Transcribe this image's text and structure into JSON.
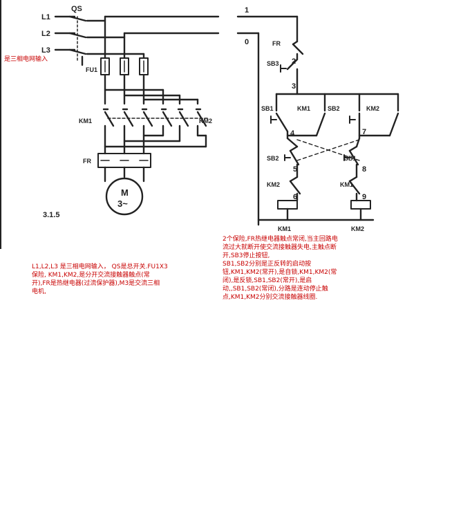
{
  "diagram": {
    "lines": [
      "L1",
      "L2",
      "L3"
    ],
    "main_switch": "QS",
    "fuse_main": "FU1",
    "contactor_1": "KM1",
    "contactor_2": "KM2",
    "thermal_relay": "FR",
    "motor_line1": "M",
    "motor_line2": "3~",
    "figure_number": "3.1.5",
    "control": {
      "wire_1": "1",
      "wire_0": "0",
      "fr_contact": "FR",
      "sb3": "SB3",
      "node_2": "2",
      "node_3": "3",
      "sb1_top": "SB1",
      "km1_top": "KM1",
      "sb2_top": "SB2",
      "km2_top": "KM2",
      "node_4": "4",
      "node_7": "7",
      "sb2_mid": "SB2",
      "sb1_mid": "SB1",
      "node_5": "5",
      "node_8": "8",
      "km2_interlock": "KM2",
      "km1_interlock": "KM1",
      "node_6": "6",
      "node_9": "9",
      "coil_km1": "KM1",
      "coil_km2": "KM2"
    }
  },
  "annotations": {
    "input_note": "是三相电网输入",
    "main_circuit_note": "L1,L2,L3 是三相电网输入， QS是总开关.FU1X3\n保险, KM1,KM2,是分开交流接触器触点(常\n开),FR是热继电器(过流保护器),M3是交流三相\n电机,",
    "control_circuit_note": "2个保险,FR热继电器触点常闭,当主回路电\n流过大就断开使交流接触器失电,主触点断\n开,SB3停止按钮,\nSB1,SB2分别是正反转的启动按\n钮,KM1,KM2(常开),是自锁,KM1,KM2(常\n闭),是反锁,SB1,SB2(常开),是启\n动,,SB1,SB2(常闭),分路是连动停止触\n点,KM1,KM2分别交流接触器线圈."
  },
  "colors": {
    "ink": "#222222",
    "note": "#c80000"
  }
}
